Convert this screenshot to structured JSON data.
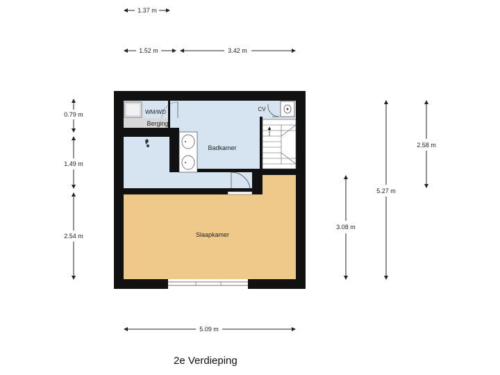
{
  "floor_title": "2e Verdieping",
  "colors": {
    "wall": "#111111",
    "wet_rooms": "#d6e3f0",
    "storage": "#d8d8d8",
    "bedroom": "#efc98a",
    "dimension_line": "#222222"
  },
  "rooms": {
    "badkamer": "Badkamer",
    "slaapkamer": "Slaapkamer",
    "berging": "Berging",
    "wm_wd": "WM/WD",
    "cv": "CV"
  },
  "dimensions": {
    "top_1": "1.37 m",
    "top_2a": "1.52 m",
    "top_2b": "3.42 m",
    "left_1": "0.79 m",
    "left_2": "1.49 m",
    "left_3": "2.54 m",
    "right_1": "3.08 m",
    "right_2": "5.27 m",
    "right_3": "2.58 m",
    "bottom": "5.09 m"
  }
}
